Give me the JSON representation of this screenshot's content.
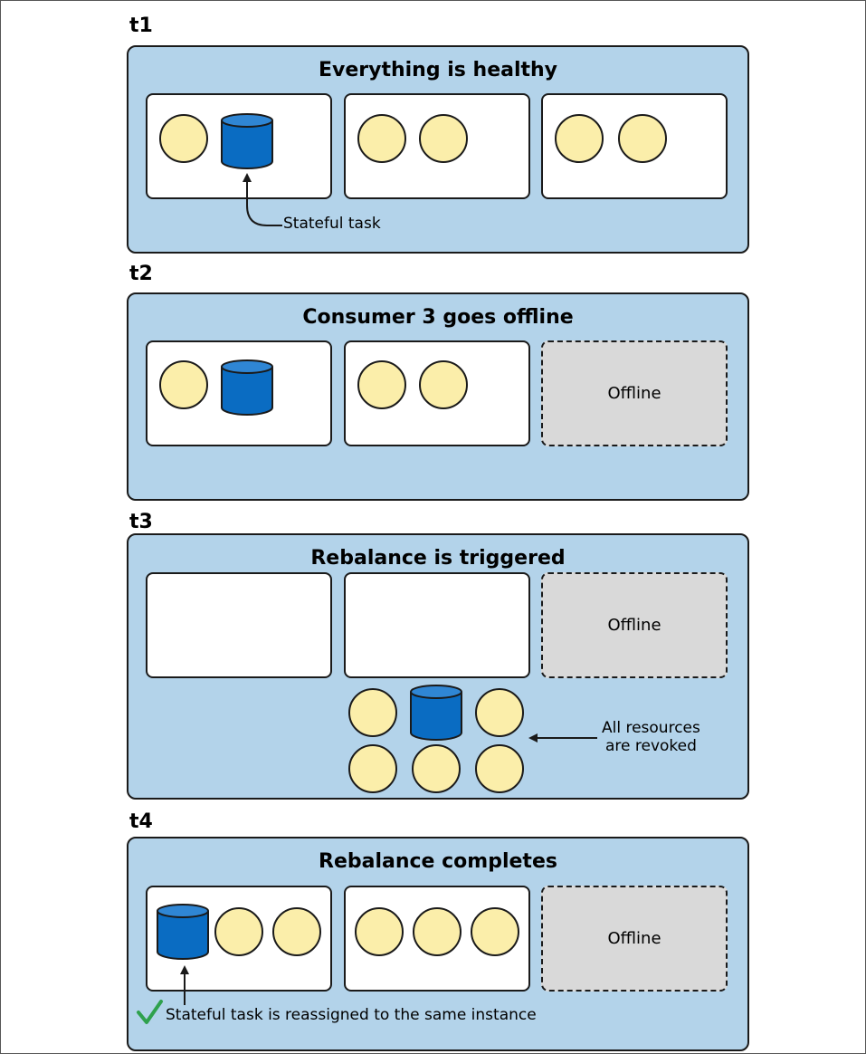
{
  "stages": [
    {
      "label": "t1",
      "title": "Everything is healthy"
    },
    {
      "label": "t2",
      "title": "Consumer 3 goes offline"
    },
    {
      "label": "t3",
      "title": "Rebalance is triggered"
    },
    {
      "label": "t4",
      "title": "Rebalance completes"
    }
  ],
  "offline_label": "Offline",
  "annotations": {
    "stateful_task": "Stateful task",
    "revoked_line1": "All resources",
    "revoked_line2": "are revoked",
    "reassigned": "Stateful task is reassigned to the same instance"
  },
  "icons": {
    "task": "circle-task-icon",
    "stateful": "database-icon",
    "success": "checkmark-icon"
  },
  "colors": {
    "panel_fill": "#b3d3ea",
    "task_fill": "#fbeeaa",
    "db_fill": "#0a6cc2",
    "offline_fill": "#d9d9d9",
    "check": "#2fa14d"
  }
}
